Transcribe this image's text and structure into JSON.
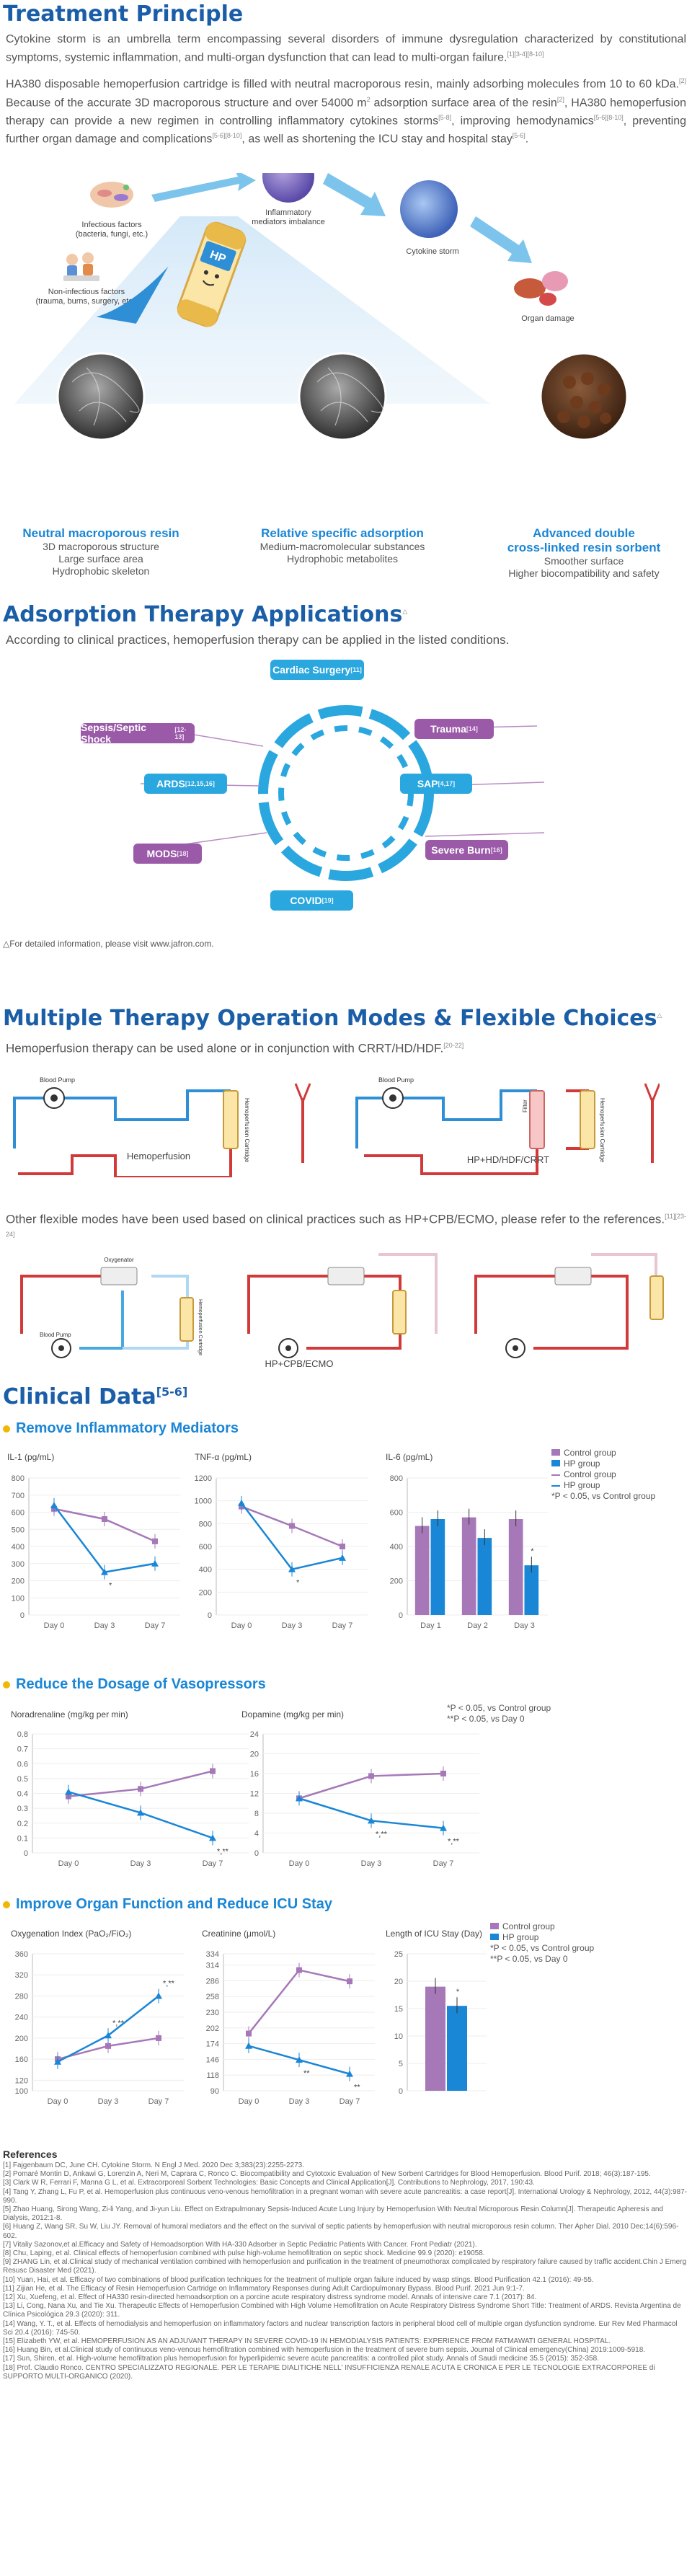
{
  "treatment": {
    "title": "Treatment Principle",
    "p1": "Cytokine storm is an umbrella term encompassing several disorders of immune dysregulation characterized by constitutional symptoms, systemic inflammation, and multi-organ dysfunction that can lead to multi-organ failure.",
    "p1_ref": "[1][3-4][8-10]",
    "p2a": "HA380 disposable hemoperfusion cartridge is filled with neutral macroporous resin, mainly adsorbing molecules from 10 to 60 kDa.",
    "p2a_ref": "[2]",
    "p2b": " Because of the accurate 3D macroporous structure and over 54000 m",
    "p2b_sup": "2",
    "p2c": " adsorption surface area of the resin",
    "p2c_ref": "[2]",
    "p2d": ", HA380 hemoperfusion therapy can provide a new regimen in controlling inflammatory cytokines storms",
    "p2d_ref": "[5-8]",
    "p2e": ", improving hemodynamics",
    "p2e_ref": "[5-6][8-10]",
    "p2f": ", preventing further organ damage and complications",
    "p2f_ref": "[5-6][8-10]",
    "p2g": ", as well as shortening the ICU stay and hospital stay",
    "p2g_ref": "[5-6]",
    "p2h": ".",
    "diagram": {
      "infectious": "Infectious factors",
      "infectious2": "(bacteria, fungi, etc.)",
      "noninfectious": "Non-infectious factors",
      "noninfectious2": "(trauma, burns, surgery, etc.)",
      "inflammatory": "Inflammatory",
      "inflammatory2": "mediators imbalance",
      "cytokine": "Cytokine storm",
      "organ": "Organ damage",
      "hp": "HP"
    },
    "features": [
      {
        "title": "Neutral macroporous resin",
        "lines": [
          "3D macroporous structure",
          "Large surface area",
          "Hydrophobic skeleton"
        ]
      },
      {
        "title": "Relative specific adsorption",
        "lines": [
          "Medium-macromolecular substances",
          "Hydrophobic metabolites"
        ]
      },
      {
        "title": "Advanced double",
        "title2": "cross-linked resin sorbent",
        "lines": [
          "Smoother surface",
          "Higher biocompatibility and safety"
        ]
      }
    ]
  },
  "applications": {
    "title": "Adsorption Therapy Applications",
    "title_sup": "△",
    "intro": "According to clinical practices, hemoperfusion therapy can be applied in the listed conditions.",
    "items": [
      {
        "label": "Cardiac Surgery",
        "ref": "[11]"
      },
      {
        "label": "Sepsis/Septic Shock",
        "ref": "[12-13]"
      },
      {
        "label": "Trauma",
        "ref": "[14]"
      },
      {
        "label": "ARDS",
        "ref": "[12,15,16]"
      },
      {
        "label": "SAP",
        "ref": "[4,17]"
      },
      {
        "label": "MODS",
        "ref": "[18]"
      },
      {
        "label": "Severe Burn",
        "ref": "[16]"
      },
      {
        "label": "COVID",
        "ref": "[19]"
      }
    ],
    "footnote": "△For detailed information, please visit www.jafron.com."
  },
  "modes": {
    "title": "Multiple Therapy Operation Modes & Flexible Choices",
    "title_sup": "△",
    "intro": "Hemoperfusion therapy can be used alone or in conjunction with CRRT/HD/HDF.",
    "intro_ref": "[20-22]",
    "diag1": {
      "pump": "Blood Pump",
      "cart": "Hemoperfusion Cartridge",
      "caption": "Hemoperfusion"
    },
    "diag2": {
      "pump": "Blood Pump",
      "filter": "Filter",
      "cart": "Hemoperfusion Cartridge",
      "caption": "HP+HD/HDF/CRRT"
    },
    "p2": "Other flexible modes have been used based on clinical practices such as HP+CPB/ECMO, please refer to the references.",
    "p2_ref": "[11][23-24]",
    "diag3": {
      "oxy": "Oxygenator",
      "pump": "Blood Pump",
      "cart": "Hemoperfusion Cartridge",
      "caption": "HP+CPB/ECMO"
    }
  },
  "clinical": {
    "title": "Clinical Data",
    "title_ref": "[5-6]",
    "sec1": "Remove Inflammatory Mediators",
    "sec2": "Reduce the Dosage of Vasopressors",
    "sec3": "Improve Organ Function and Reduce ICU Stay",
    "legend_control": "Control group",
    "legend_hp": "HP group",
    "note_p_control": "*P < 0.05, vs Control group",
    "note_p_day0": "**P < 0.05, vs Day 0",
    "note_p_control2": "*P < 0.05, vs Control group",
    "note_p_day0b": "**P < 0.05, vs Day 0",
    "note_p_control3": "*P < 0.05, vs Control group",
    "note_p_day0c": "**P < 0.05, vs Day 0",
    "colors": {
      "control": "#a678b8",
      "hp": "#1a86d6"
    }
  },
  "chart_data": [
    {
      "type": "line",
      "title": "IL-1 (pg/mL)",
      "x": [
        "Day 0",
        "Day 3",
        "Day 7"
      ],
      "ylim": [
        0,
        800
      ],
      "yticks": [
        0,
        100,
        200,
        300,
        400,
        500,
        600,
        700,
        800
      ],
      "series": [
        {
          "name": "Control group",
          "values": [
            620,
            560,
            430
          ]
        },
        {
          "name": "HP group",
          "values": [
            640,
            250,
            300
          ]
        }
      ],
      "markers": [
        "",
        "*",
        ""
      ]
    },
    {
      "type": "line",
      "title": "TNF-α (pg/mL)",
      "x": [
        "Day 0",
        "Day 3",
        "Day 7"
      ],
      "ylim": [
        0,
        1200
      ],
      "yticks": [
        0,
        200,
        400,
        600,
        800,
        1000,
        1200
      ],
      "series": [
        {
          "name": "Control group",
          "values": [
            950,
            780,
            600
          ]
        },
        {
          "name": "HP group",
          "values": [
            980,
            400,
            500
          ]
        }
      ],
      "markers": [
        "",
        "*",
        ""
      ]
    },
    {
      "type": "bar",
      "title": "IL-6 (pg/mL)",
      "categories": [
        "Day 1",
        "Day 2",
        "Day 3"
      ],
      "ylim": [
        0,
        800
      ],
      "yticks": [
        0,
        200,
        400,
        600,
        800
      ],
      "series": [
        {
          "name": "Control group",
          "values": [
            520,
            570,
            560
          ]
        },
        {
          "name": "HP group",
          "values": [
            560,
            450,
            290
          ]
        }
      ],
      "markers": [
        "",
        "",
        "*"
      ]
    },
    {
      "type": "line",
      "title": "Noradrenaline (mg/kg per min)",
      "x": [
        "Day 0",
        "Day 3",
        "Day 7"
      ],
      "ylim": [
        0,
        0.8
      ],
      "yticks": [
        0,
        0.1,
        0.2,
        0.3,
        0.4,
        0.5,
        0.6,
        0.7,
        0.8
      ],
      "series": [
        {
          "name": "Control group",
          "values": [
            0.38,
            0.43,
            0.55
          ]
        },
        {
          "name": "HP group",
          "values": [
            0.41,
            0.27,
            0.1
          ]
        }
      ],
      "markers": [
        "",
        "",
        "*,**"
      ]
    },
    {
      "type": "line",
      "title": "Dopamine (mg/kg per min)",
      "x": [
        "Day 0",
        "Day 3",
        "Day 7"
      ],
      "ylim": [
        0,
        24
      ],
      "yticks": [
        0,
        4,
        8,
        12,
        16,
        20,
        24
      ],
      "series": [
        {
          "name": "Control group",
          "values": [
            11,
            15.5,
            16
          ]
        },
        {
          "name": "HP group",
          "values": [
            11,
            6.5,
            5
          ]
        }
      ],
      "markers": [
        "",
        "*,**",
        "*,**"
      ]
    },
    {
      "type": "line",
      "title": "Oxygenation Index (PaO₂/FiO₂)",
      "x": [
        "Day 0",
        "Day 3",
        "Day 7"
      ],
      "ylim": [
        100,
        360
      ],
      "yticks": [
        100,
        120,
        160,
        200,
        240,
        280,
        320,
        360
      ],
      "series": [
        {
          "name": "Control group",
          "values": [
            160,
            185,
            200
          ]
        },
        {
          "name": "HP group",
          "values": [
            155,
            205,
            280
          ]
        }
      ],
      "markers": [
        "",
        "*,**",
        "*,**"
      ]
    },
    {
      "type": "line",
      "title": "Creatinine (μmol/L)",
      "x": [
        "Day 0",
        "Day 3",
        "Day 7"
      ],
      "ylim": [
        90,
        334
      ],
      "yticks": [
        90,
        118,
        146,
        174,
        202,
        230,
        258,
        286,
        314,
        334
      ],
      "series": [
        {
          "name": "Control group",
          "values": [
            192,
            305,
            285
          ]
        },
        {
          "name": "HP group",
          "values": [
            170,
            145,
            120
          ]
        }
      ],
      "markers": [
        "",
        "**",
        "**"
      ]
    },
    {
      "type": "bar",
      "title": "Length of ICU Stay (Day)",
      "categories": [
        ""
      ],
      "ylim": [
        0,
        25
      ],
      "yticks": [
        0,
        5,
        10,
        15,
        20,
        25
      ],
      "series": [
        {
          "name": "Control group",
          "values": [
            19
          ]
        },
        {
          "name": "HP group",
          "values": [
            15.5
          ]
        }
      ],
      "markers": [
        "*"
      ]
    }
  ],
  "references": {
    "title": "References",
    "items": [
      "[1] Fajgenbaum DC, June CH. Cytokine Storm. N Engl J Med. 2020 Dec 3;383(23):2255-2273.",
      "[2] Pomaré Montin D, Ankawi G, Lorenzin A, Neri M, Caprara C, Ronco C. Biocompatibility and Cytotoxic Evaluation of New Sorbent Cartridges for Blood Hemoperfusion. Blood Purif. 2018; 46(3):187-195.",
      "[3] Clark W R, Ferrari F, Manna G L, et al. Extracorporeal Sorbent Technologies: Basic Concepts and Clinical Application[J]. Contributions to Nephrology, 2017, 190:43.",
      "[4] Tang Y, Zhang L, Fu P, et al. Hemoperfusion plus continuous veno-venous hemofiltration in a pregnant woman with severe acute pancreatitis: a case report[J]. International Urology & Nephrology, 2012, 44(3):987-990.",
      "[5] Zhao Huang, Sirong Wang, Zi-li Yang, and Ji-yun Liu. Effect on Extrapulmonary Sepsis-Induced Acute Lung Injury by Hemoperfusion With Neutral Microporous Resin Column[J]. Therapeutic Apheresis and Dialysis, 2012:1-8.",
      "[6] Huang Z, Wang SR, Su W, Liu JY. Removal of humoral mediators and the effect on the survival of septic patients by hemoperfusion with neutral microporous resin column. Ther Apher Dial. 2010 Dec;14(6):596-602.",
      "[7] Vitaliy Sazonov,et al.Efficacy and Safety of Hemoadsorption With HA-330 Adsorber in Septic Pediatric Patients With Cancer. Front Pediatr (2021).",
      "[8] Chu, Laping, et al. Clinical effects of hemoperfusion combined with pulse high-volume hemofiltration on septic shock. Medicine 99.9 (2020): e19058.",
      "[9] ZHANG Lin, et al.Clinical study of mechanical ventilation combined with hemoperfusion and purification in the treatment of pneumothorax complicated by respiratory failure caused by traffic accident.Chin J Emerg Resusc Disaster Med (2021).",
      "[10] Yuan, Hai, et al. Efficacy of two combinations of blood purification techniques for the treatment of multiple organ failure induced by wasp stings. Blood Purification 42.1 (2016): 49-55.",
      "[11] Zijian He, et al. The Efficacy of Resin Hemoperfusion Cartridge on Inflammatory Responses during Adult Cardiopulmonary Bypass. Blood Purif. 2021 Jun 9:1-7.",
      "[12] Xu, Xuefeng, et al. Effect of HA330 resin-directed hemoadsorption on a porcine acute respiratory distress syndrome model. Annals of intensive care 7.1 (2017): 84.",
      "[13] Li, Cong, Nana Xu, and Tie Xu. Therapeutic Effects of Hemoperfusion Combined with High Volume Hemofiltration on Acute Respiratory Distress Syndrome Short Title: Treatment of ARDS. Revista Argentina de Clínica Psicológica 29.3 (2020): 311.",
      "[14] Wang, Y. T., et al. Effects of hemodialysis and hemoperfusion on inflammatory factors and nuclear transcription factors in peripheral blood cell of multiple organ dysfunction syndrome. Eur Rev Med Pharmacol Sci 20.4 (2016): 745-50.",
      "[15] Elizabeth YW, et al. HEMOPERFUSION AS AN ADJUVANT THERAPY IN SEVERE COVID-19 IN HEMODIALYSIS PATIENTS: EXPERIENCE FROM FATMAWATI GENERAL HOSPITAL.",
      "[16] Huang Bin, et al.Clinical study of continuous veno-venous hemofiltration combined with hemoperfusion in the treatment of severe burn sepsis. Journal of Clinical emergency(China) 2019:1009-5918.",
      "[17] Sun, Shiren, et al. High-volume hemofiltration plus hemoperfusion for hyperlipidemic severe acute pancreatitis: a controlled pilot study. Annals of Saudi medicine 35.5 (2015): 352-358.",
      "[18] Prof. Claudio Ronco. CENTRO SPECIALIZZATO REGIONALE. PER LE TERAPIE DIALITICHE NELL' INSUFFICIENZA RENALE ACUTA E CRONICA E PER LE TECNOLOGIE EXTRACORPOREE di SUPPORTO MULTI-ORGANICO (2020)."
    ]
  }
}
